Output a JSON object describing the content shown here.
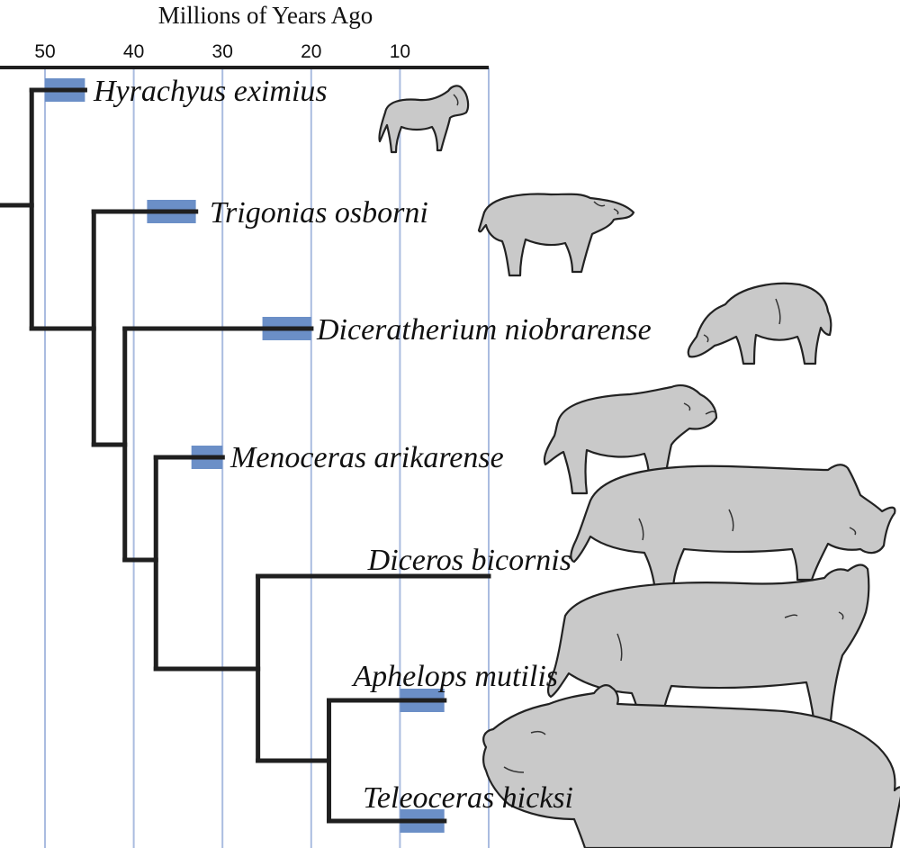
{
  "axis": {
    "title": "Millions of Years Ago",
    "ticks": [
      {
        "value": 50,
        "label": "50"
      },
      {
        "value": 40,
        "label": "40"
      },
      {
        "value": 30,
        "label": "30"
      },
      {
        "value": 20,
        "label": "20"
      },
      {
        "value": 10,
        "label": "10"
      }
    ],
    "gridlines_ma": [
      50,
      40,
      30,
      20,
      10,
      0
    ],
    "domain_ma": [
      55,
      0
    ]
  },
  "colors": {
    "branch": "#1f1f1f",
    "fossil_range": "#6b8fc7",
    "gridline": "#aabce0",
    "illustration_fill": "#c9c9c9"
  },
  "taxa": [
    {
      "id": "hyrachyus",
      "name": "Hyrachyus eximius",
      "fossil_range_ma": [
        50,
        45.5
      ],
      "tip_ma": 45.5,
      "illustration": "hyrachyus-icon"
    },
    {
      "id": "trigonias",
      "name": "Trigonias osborni",
      "fossil_range_ma": [
        38.5,
        33
      ],
      "tip_ma": 33,
      "illustration": "trigonias-icon"
    },
    {
      "id": "diceratherium",
      "name": "Diceratherium niobrarense",
      "fossil_range_ma": [
        25.5,
        20
      ],
      "tip_ma": 20,
      "illustration": "diceratherium-icon"
    },
    {
      "id": "menoceras",
      "name": "Menoceras arikarense",
      "fossil_range_ma": [
        33.5,
        30
      ],
      "tip_ma": 30,
      "illustration": "menoceras-icon"
    },
    {
      "id": "diceros",
      "name": "Diceros bicornis",
      "fossil_range_ma": null,
      "tip_ma": 0,
      "illustration": "diceros-icon"
    },
    {
      "id": "aphelops",
      "name": "Aphelops mutilis",
      "fossil_range_ma": [
        10,
        5
      ],
      "tip_ma": 5,
      "illustration": "aphelops-icon"
    },
    {
      "id": "teleoceras",
      "name": "Teleoceras hicksi",
      "fossil_range_ma": [
        10,
        5
      ],
      "tip_ma": 5,
      "illustration": "teleoceras-icon"
    }
  ],
  "tree": {
    "root_stem_ma": 55,
    "nodes": [
      {
        "id": "n1",
        "age_ma": 51.5,
        "children": [
          "hyrachyus",
          "n2"
        ]
      },
      {
        "id": "n2",
        "age_ma": 44.5,
        "children": [
          "trigonias",
          "n3"
        ]
      },
      {
        "id": "n3",
        "age_ma": 41,
        "children": [
          "diceratherium",
          "n4"
        ]
      },
      {
        "id": "n4",
        "age_ma": 37.5,
        "children": [
          "menoceras",
          "n5"
        ]
      },
      {
        "id": "n5",
        "age_ma": 26,
        "children": [
          "diceros",
          "n6"
        ]
      },
      {
        "id": "n6",
        "age_ma": 18,
        "children": [
          "aphelops",
          "teleoceras"
        ]
      }
    ]
  }
}
